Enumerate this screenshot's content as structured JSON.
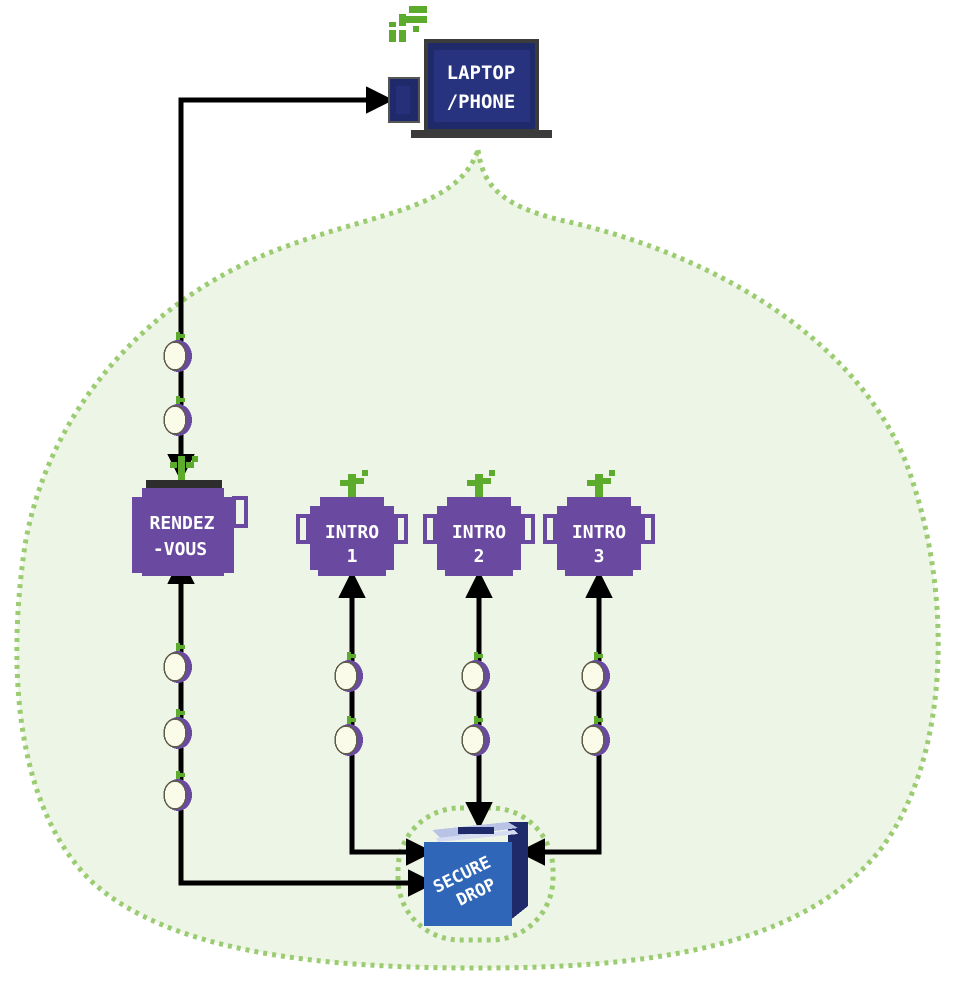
{
  "diagram": {
    "laptop": {
      "line1": "LAPTOP",
      "line2": "/PHONE"
    },
    "rendezvous": {
      "line1": "RENDEZ",
      "line2": "-VOUS"
    },
    "intro_points": [
      {
        "line1": "INTRO",
        "line2": "1"
      },
      {
        "line1": "INTRO",
        "line2": "2"
      },
      {
        "line1": "INTRO",
        "line2": "3"
      }
    ],
    "securedrop": {
      "line1": "SECURE",
      "line2": "DROP"
    }
  },
  "colors": {
    "tor_network_fill": "#edf5e6",
    "tor_network_border": "#9ccc72",
    "onion_purple": "#6a4aa0",
    "laptop_navy": "#1f2a6b",
    "securedrop_blue": "#2f66b8",
    "sprout_green": "#5cab2d",
    "arrow": "#000000"
  }
}
